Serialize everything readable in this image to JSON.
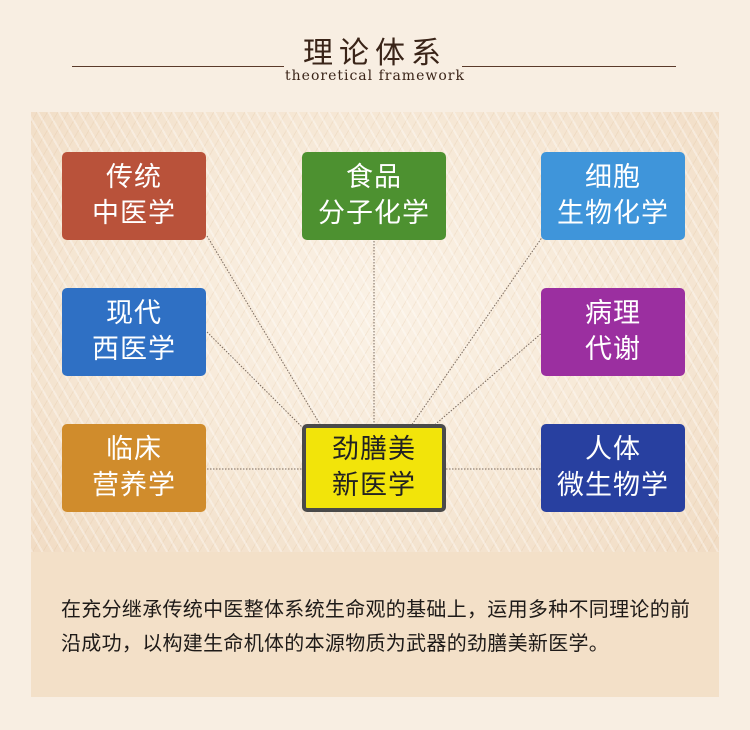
{
  "header": {
    "title_zh": "理论体系",
    "title_en": "theoretical framework"
  },
  "center": {
    "line1": "劲膳美",
    "line2": "新医学",
    "color": "#f2e40a"
  },
  "nodes": [
    {
      "id": "tcm",
      "line1": "传统",
      "line2": "中医学",
      "color": "#b9523a"
    },
    {
      "id": "food-chem",
      "line1": "食品",
      "line2": "分子化学",
      "color": "#4d9130"
    },
    {
      "id": "cell-bio",
      "line1": "细胞",
      "line2": "生物化学",
      "color": "#3f95da"
    },
    {
      "id": "western-med",
      "line1": "现代",
      "line2": "西医学",
      "color": "#2f70c4"
    },
    {
      "id": "patho-metab",
      "line1": "病理",
      "line2": "代谢",
      "color": "#9b2fa0"
    },
    {
      "id": "clinical-nutrition",
      "line1": "临床",
      "line2": "营养学",
      "color": "#d08c2c"
    },
    {
      "id": "human-micro",
      "line1": "人体",
      "line2": "微生物学",
      "color": "#2840a0"
    }
  ],
  "description": "在充分继承传统中医整体系统生命观的基础上，运用多种不同理论的前沿成功，以构建生命机体的本源物质为武器的劲膳美新医学。"
}
